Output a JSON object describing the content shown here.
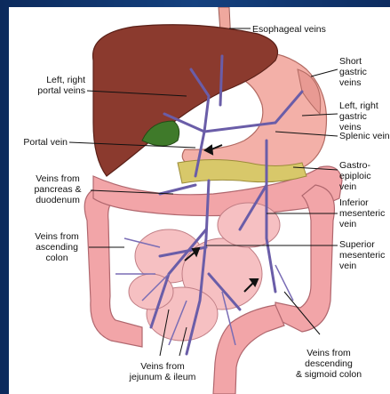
{
  "labels": {
    "esophageal": "Esophageal veins",
    "short_gastric": "Short\ngastric veins",
    "left_right_portal": "Left, right\nportal veins",
    "left_right_gastric": "Left, right\ngastric veins",
    "portal_vein": "Portal vein",
    "splenic": "Splenic vein",
    "gastro_epiploic": "Gastro-\nepiploic vein",
    "pancreas_duodenum": "Veins from\npancreas &\nduodenum",
    "inferior_mesenteric": "Inferior\nmesenteric\nvein",
    "ascending_colon": "Veins from\nascending\ncolon",
    "superior_mesenteric": "Superior\nmesenteric\nvein",
    "jejunum_ileum": "Veins from\njejunum & ileum",
    "descending_sigmoid": "Veins from\ndescending\n& sigmoid colon"
  },
  "colors": {
    "background": "#0f3470",
    "liver": "#8b3a2e",
    "stomach": "#f3b0a8",
    "intestine": "#f2a5a8",
    "vein": "#6a5da8",
    "gallbladder": "#3f7a2a",
    "pancreas": "#d8c86a"
  }
}
